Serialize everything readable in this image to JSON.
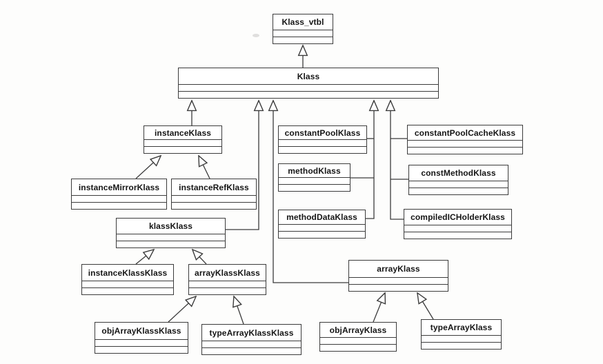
{
  "diagram": {
    "type": "uml-class-hierarchy",
    "description": "Klass class hierarchy UML diagram (scanned)",
    "colors": {
      "line": "#3b3b3b",
      "box_background": "#ffffff",
      "text": "#151515",
      "page_background": "#fdfdfc"
    },
    "nodes": {
      "klass_vtbl": {
        "label": "Klass_vtbl"
      },
      "klass": {
        "label": "Klass"
      },
      "instanceKlass": {
        "label": "instanceKlass"
      },
      "constantPoolKlass": {
        "label": "constantPoolKlass"
      },
      "constantPoolCacheKlass": {
        "label": "constantPoolCacheKlass"
      },
      "instanceMirrorKlass": {
        "label": "instanceMirrorKlass"
      },
      "instanceRefKlass": {
        "label": "instanceRefKlass"
      },
      "methodKlass": {
        "label": "methodKlass"
      },
      "constMethodKlass": {
        "label": "constMethodKlass"
      },
      "klassKlass": {
        "label": "klassKlass"
      },
      "methodDataKlass": {
        "label": "methodDataKlass"
      },
      "compiledICHolderKlass": {
        "label": "compiledICHolderKlass"
      },
      "instanceKlassKlass": {
        "label": "instanceKlassKlass"
      },
      "arrayKlassKlass": {
        "label": "arrayKlassKlass"
      },
      "arrayKlass": {
        "label": "arrayKlass"
      },
      "objArrayKlassKlass": {
        "label": "objArrayKlassKlass"
      },
      "typeArrayKlassKlass": {
        "label": "typeArrayKlassKlass"
      },
      "objArrayKlass": {
        "label": "objArrayKlass"
      },
      "typeArrayKlass": {
        "label": "typeArrayKlass"
      }
    },
    "edges": [
      {
        "child": "Klass",
        "parent": "Klass_vtbl",
        "relation": "generalization"
      },
      {
        "child": "instanceKlass",
        "parent": "Klass",
        "relation": "generalization"
      },
      {
        "child": "klassKlass",
        "parent": "Klass",
        "relation": "generalization"
      },
      {
        "child": "arrayKlass",
        "parent": "Klass",
        "relation": "generalization"
      },
      {
        "child": "constantPoolKlass",
        "parent": "Klass",
        "relation": "generalization"
      },
      {
        "child": "methodKlass",
        "parent": "Klass",
        "relation": "generalization"
      },
      {
        "child": "methodDataKlass",
        "parent": "Klass",
        "relation": "generalization"
      },
      {
        "child": "constantPoolCacheKlass",
        "parent": "Klass",
        "relation": "generalization"
      },
      {
        "child": "constMethodKlass",
        "parent": "Klass",
        "relation": "generalization"
      },
      {
        "child": "compiledICHolderKlass",
        "parent": "Klass",
        "relation": "generalization"
      },
      {
        "child": "instanceMirrorKlass",
        "parent": "instanceKlass",
        "relation": "generalization"
      },
      {
        "child": "instanceRefKlass",
        "parent": "instanceKlass",
        "relation": "generalization"
      },
      {
        "child": "instanceKlassKlass",
        "parent": "klassKlass",
        "relation": "generalization"
      },
      {
        "child": "arrayKlassKlass",
        "parent": "klassKlass",
        "relation": "generalization"
      },
      {
        "child": "objArrayKlassKlass",
        "parent": "arrayKlassKlass",
        "relation": "generalization"
      },
      {
        "child": "typeArrayKlassKlass",
        "parent": "arrayKlassKlass",
        "relation": "generalization"
      },
      {
        "child": "objArrayKlass",
        "parent": "arrayKlass",
        "relation": "generalization"
      },
      {
        "child": "typeArrayKlass",
        "parent": "arrayKlass",
        "relation": "generalization"
      }
    ]
  }
}
